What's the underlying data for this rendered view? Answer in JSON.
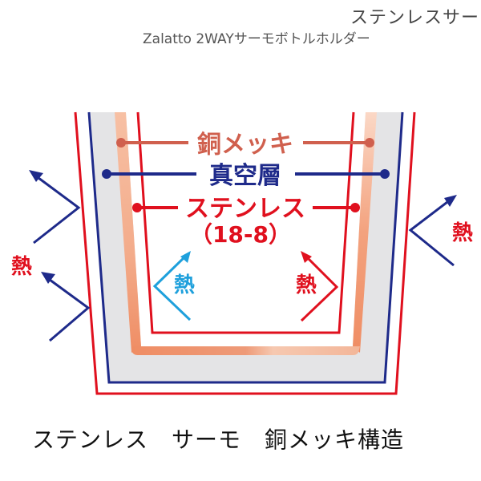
{
  "header": {
    "title": "ステンレスサー",
    "subtitle": "Zalatto 2WAYサーモボトルホルダー"
  },
  "diagram": {
    "layers": [
      {
        "name": "copper-plating",
        "label": "銅メッキ",
        "color": "#d0604e"
      },
      {
        "name": "vacuum-layer",
        "label": "真空層",
        "color": "#1e2a8a"
      },
      {
        "name": "stainless",
        "label": "ステンレス",
        "sublabel": "（18-8）",
        "color": "#e0101e"
      }
    ],
    "heat_labels": {
      "left_outer": "熱",
      "right_outer": "熱",
      "inner_cold": "熱",
      "inner_hot": "熱"
    },
    "colors": {
      "outer_wall": "#e0101e",
      "vacuum_wall": "#1e2a8a",
      "vacuum_fill": "#e4e4e6",
      "copper_band": "#ef9068",
      "inner_wall": "#e0101e",
      "arrow_outer": "#1e2a8a",
      "arrow_cold": "#1ea0dc",
      "arrow_hot": "#e0101e",
      "heat_text": "#e0101e",
      "cold_text": "#1ea0dc"
    }
  },
  "caption": "ステンレス　サーモ　銅メッキ構造"
}
